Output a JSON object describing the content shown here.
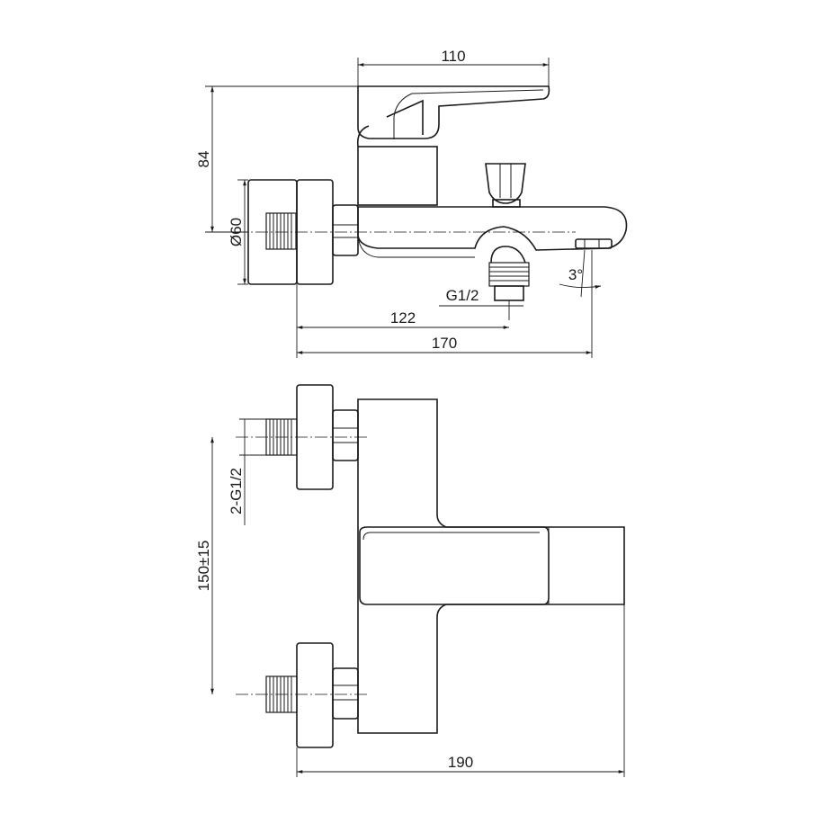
{
  "side_view": {
    "dim_top_width": "110",
    "dim_height": "84",
    "dim_diameter": "Ø60",
    "dim_thread": "G1/2",
    "dim_inlet_to_outlet": "122",
    "dim_total_depth": "170",
    "dim_angle": "3°"
  },
  "top_view": {
    "dim_inlet_threads": "2-G1/2",
    "dim_inlet_spacing": "150±15",
    "dim_total_length": "190"
  }
}
